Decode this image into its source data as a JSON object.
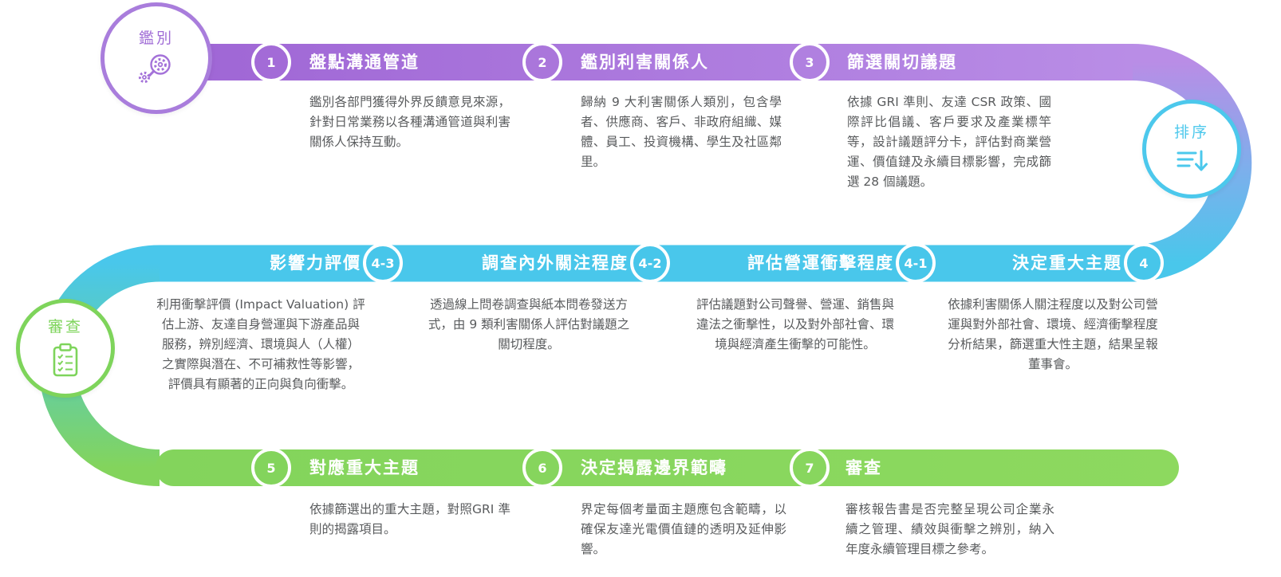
{
  "stages": {
    "identify": {
      "label": "鑑別",
      "icon": "magnifier-gear-icon",
      "color": "#a06cd6"
    },
    "rank": {
      "label": "排序",
      "icon": "sort-descending-icon",
      "color": "#4cc8ec"
    },
    "review": {
      "label": "審查",
      "icon": "clipboard-checklist-icon",
      "color": "#7ed45b"
    }
  },
  "rows": {
    "top": {
      "color_start": "#9f66d5",
      "color_end": "#b98de6",
      "steps": [
        {
          "num": "1",
          "title": "盤點溝通管道",
          "desc": "鑑別各部門獲得外界反饋意見來源，針對日常業務以各種溝通管道與利害關係人保持互動。"
        },
        {
          "num": "2",
          "title": "鑑別利害關係人",
          "desc": "歸納 9 大利害關係人類別，包含學者、供應商、客戶、非政府組織、媒體、員工、投資機構、學生及社區鄰里。"
        },
        {
          "num": "3",
          "title": "篩選關切議題",
          "desc": "依據 GRI 準則、友達 CSR 政策、國際評比倡議、客戶要求及產業標竿等，設計議題評分卡，評估對商業營運、價值鏈及永續目標影響，完成篩選 28 個議題。"
        }
      ]
    },
    "middle": {
      "color": "#47c6ea",
      "steps": [
        {
          "num": "4-3",
          "title": "影響力評價",
          "desc": "利用衝擊評價 (Impact Valuation) 評估上游、友達自身營運與下游產品與服務，辨別經濟、環境與人（人權）之實際與潛在、不可補救性等影響，評價具有顯著的正向與負向衝擊。"
        },
        {
          "num": "4-2",
          "title": "調查內外關注程度",
          "desc": "透過線上問卷調查與紙本問卷發送方式，由 9 類利害關係人評估對議題之關切程度。"
        },
        {
          "num": "4-1",
          "title": "評估營運衝擊程度",
          "desc": "評估議題對公司聲譽、營運、銷售與違法之衝擊性，以及對外部社會、環境與經濟產生衝擊的可能性。"
        },
        {
          "num": "4",
          "title": "決定重大主題",
          "desc": "依據利害關係人關注程度以及對公司營運與對外部社會、環境、經濟衝擊程度分析結果，篩選重大性主題，結果呈報董事會。"
        }
      ]
    },
    "bottom": {
      "color_start": "#83d45c",
      "color_end": "#8dd95f",
      "steps": [
        {
          "num": "5",
          "title": "對應重大主題",
          "desc": "依據篩選出的重大主題，對照GRI 準則的揭露項目。"
        },
        {
          "num": "6",
          "title": "決定揭露邊界範疇",
          "desc": "界定每個考量面主題應包含範疇，以確保友達光電價值鏈的透明及延伸影響。"
        },
        {
          "num": "7",
          "title": "審查",
          "desc": "審核報告書是否完整呈現公司企業永續之管理、績效與衝擊之辨別，納入年度永續管理目標之參考。"
        }
      ]
    }
  },
  "colors": {
    "purple": "#a06cd6",
    "cyan": "#47c6ea",
    "green": "#83d45c",
    "text_gray": "#595b5d"
  }
}
